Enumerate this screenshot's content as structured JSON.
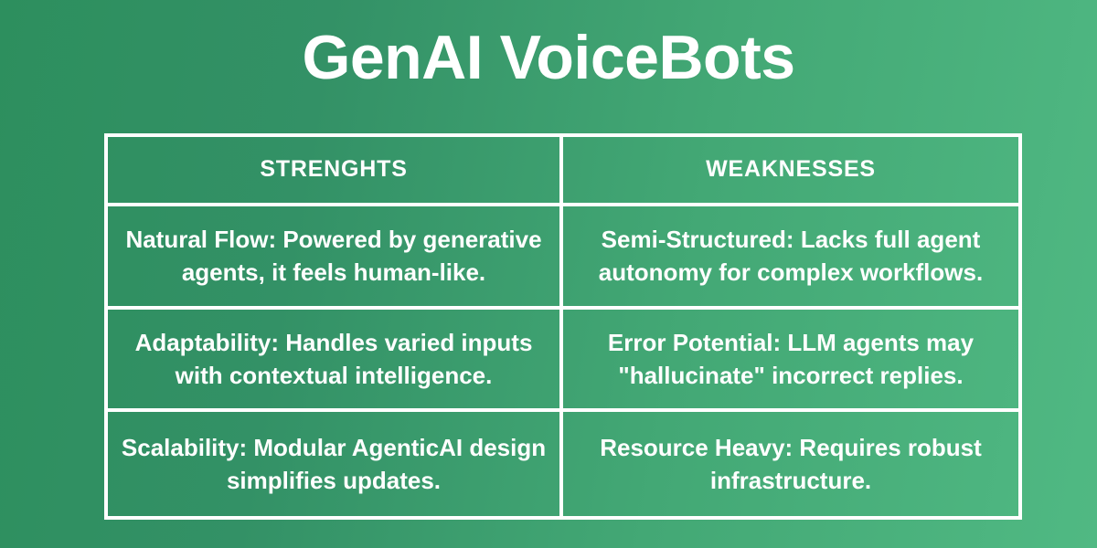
{
  "slide": {
    "title": "GenAI VoiceBots",
    "background": {
      "gradient_from": "#2d8f5e",
      "gradient_to": "#50b983",
      "direction": "left-to-right"
    },
    "text_color": "#ffffff",
    "border_color": "#ffffff"
  },
  "table": {
    "headers": [
      "STRENGHTS",
      "WEAKNESSES"
    ],
    "rows": [
      {
        "strength": "Natural Flow: Powered by generative agents, it feels human-like.",
        "weakness": "Semi-Structured: Lacks full agent autonomy for complex workflows."
      },
      {
        "strength": "Adaptability: Handles varied inputs with contextual intelligence.",
        "weakness": "Error Potential: LLM agents may \"hallucinate\" incorrect replies."
      },
      {
        "strength": "Scalability: Modular AgenticAI design simplifies updates.",
        "weakness": "Resource Heavy: Requires robust infrastructure."
      }
    ]
  }
}
